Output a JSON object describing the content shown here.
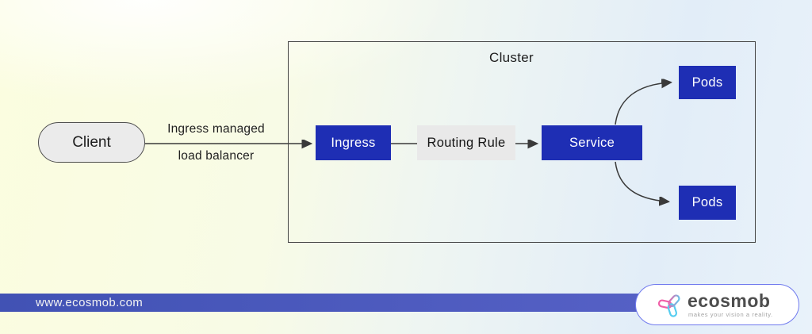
{
  "diagram": {
    "client": {
      "label": "Client"
    },
    "edge_label": {
      "line1": "Ingress managed",
      "line2": "load balancer"
    },
    "cluster": {
      "label": "Cluster"
    },
    "nodes": {
      "ingress": "Ingress",
      "routing_rule": "Routing Rule",
      "service": "Service",
      "pods_top": "Pods",
      "pods_bottom": "Pods"
    }
  },
  "footer": {
    "url": "www.ecosmob.com"
  },
  "logo": {
    "brand": "ecosmob",
    "tagline": "makes your vision a reality."
  },
  "colors": {
    "node_blue": "#1e2eb4",
    "rule_fill": "#e9e9e9",
    "client_fill": "#ebebeb",
    "client_border": "#4f4f4f",
    "cluster_border": "#454545",
    "line_color": "#3a3a3a",
    "text_dark": "#1d1d1d",
    "banner_blue": "#4152b4",
    "banner_blue_light": "#5560c5",
    "banner_text": "#f2f2f2",
    "logo_border": "#6f79ee",
    "logo_pink": "#f05fa8",
    "logo_cyan": "#57cdf0",
    "brand_gray": "#4d4d4d",
    "tagline_gray": "#a3a3a3"
  }
}
